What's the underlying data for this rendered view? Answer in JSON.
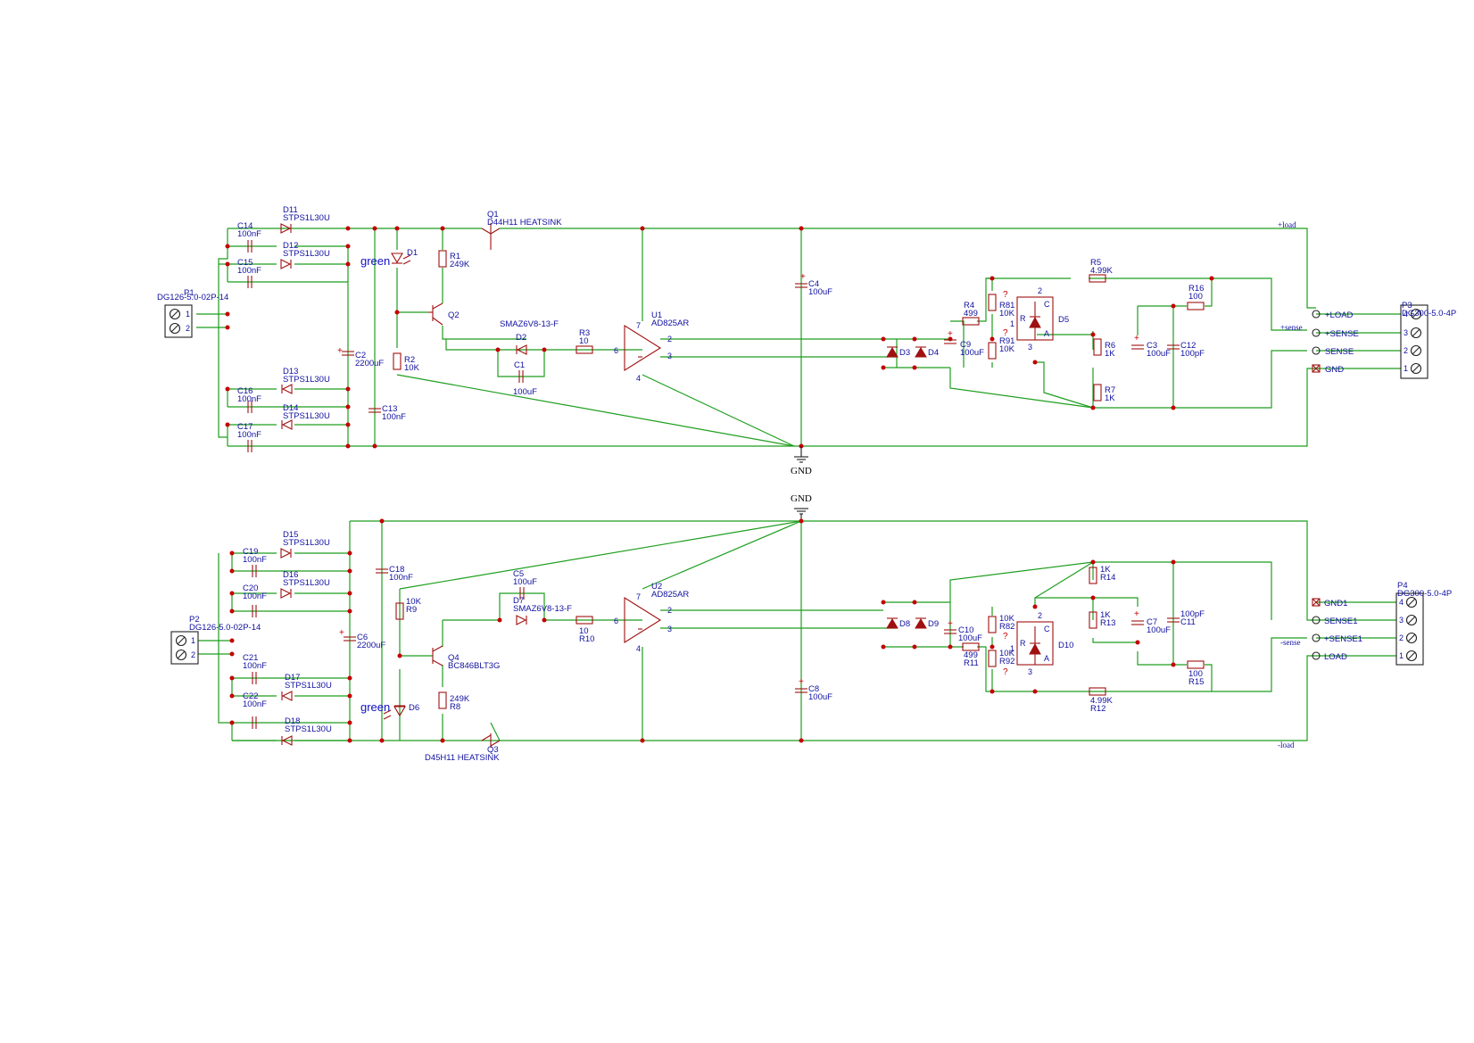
{
  "net_labels": {
    "gnd_top": "GND",
    "gnd_bottom": "GND",
    "plus_load": "+load",
    "plus_sense": "+sense",
    "minus_sense": "-sense",
    "minus_load": "-load"
  },
  "connectors": {
    "p1": {
      "ref": "P1",
      "value": "DG126-5.0-02P-14",
      "pins": [
        "1",
        "2"
      ]
    },
    "p2": {
      "ref": "P2",
      "value": "DG126-5.0-02P-14",
      "pins": [
        "1",
        "2"
      ]
    },
    "p3": {
      "ref": "P3",
      "value": "DG300-5.0-4P",
      "pins": [
        "4",
        "3",
        "2",
        "1"
      ],
      "signals": [
        "+LOAD",
        "+SENSE",
        "SENSE",
        "GND"
      ]
    },
    "p4": {
      "ref": "P4",
      "value": "DG300-5.0-4P",
      "pins": [
        "4",
        "3",
        "2",
        "1"
      ],
      "signals": [
        "GND1",
        "SENSE1",
        "+SENSE1",
        "LOAD"
      ]
    }
  },
  "top": {
    "c14": {
      "ref": "C14",
      "value": "100nF"
    },
    "c15": {
      "ref": "C15",
      "value": "100nF"
    },
    "c16": {
      "ref": "C16",
      "value": "100nF"
    },
    "c17": {
      "ref": "C17",
      "value": "100nF"
    },
    "d11": {
      "ref": "D11",
      "value": "STPS1L30U"
    },
    "d12": {
      "ref": "D12",
      "value": "STPS1L30U"
    },
    "d13": {
      "ref": "D13",
      "value": "STPS1L30U"
    },
    "d14": {
      "ref": "D14",
      "value": "STPS1L30U"
    },
    "c2": {
      "ref": "C2",
      "value": "2200uF"
    },
    "c13": {
      "ref": "C13",
      "value": "100nF"
    },
    "d1": {
      "ref": "D1",
      "value": "green"
    },
    "r1": {
      "ref": "R1",
      "value": "249K"
    },
    "r2": {
      "ref": "R2",
      "value": "10K"
    },
    "q1": {
      "ref": "Q1",
      "value": "D44H11 HEATSINK"
    },
    "q2": {
      "ref": "Q2"
    },
    "d2": {
      "ref": "D2",
      "value": "SMAZ6V8-13-F"
    },
    "c1": {
      "ref": "C1",
      "value": "100uF"
    },
    "r3": {
      "ref": "R3",
      "value": "10"
    },
    "u1": {
      "ref": "U1",
      "value": "AD825AR",
      "pins": [
        "7",
        "6",
        "2",
        "3",
        "4"
      ]
    },
    "c4": {
      "ref": "C4",
      "value": "100uF"
    },
    "d3": {
      "ref": "D3"
    },
    "d4": {
      "ref": "D4"
    },
    "c9": {
      "ref": "C9",
      "value": "100uF"
    },
    "r4": {
      "ref": "R4",
      "value": "499"
    },
    "r81": {
      "ref": "R81",
      "value": "10K"
    },
    "r91": {
      "ref": "R91",
      "value": "10K"
    },
    "d5": {
      "ref": "D5",
      "pins": [
        "R",
        "C",
        "A",
        "1",
        "2",
        "3"
      ]
    },
    "r5": {
      "ref": "R5",
      "value": "4.99K"
    },
    "r6": {
      "ref": "R6",
      "value": "1K"
    },
    "r7": {
      "ref": "R7",
      "value": "1K"
    },
    "c3": {
      "ref": "C3",
      "value": "100uF"
    },
    "c12": {
      "ref": "C12",
      "value": "100pF"
    },
    "r16": {
      "ref": "R16",
      "value": "100"
    }
  },
  "bottom": {
    "c19": {
      "ref": "C19",
      "value": "100nF"
    },
    "c20": {
      "ref": "C20",
      "value": "100nF"
    },
    "c21": {
      "ref": "C21",
      "value": "100nF"
    },
    "c22": {
      "ref": "C22",
      "value": "100nF"
    },
    "d15": {
      "ref": "D15",
      "value": "STPS1L30U"
    },
    "d16": {
      "ref": "D16",
      "value": "STPS1L30U"
    },
    "d17": {
      "ref": "D17",
      "value": "STPS1L30U"
    },
    "d18": {
      "ref": "D18",
      "value": "STPS1L30U"
    },
    "c6": {
      "ref": "C6",
      "value": "2200uF"
    },
    "c18": {
      "ref": "C18",
      "value": "100nF"
    },
    "r9": {
      "ref": "R9",
      "value": "10K"
    },
    "q4": {
      "ref": "Q4",
      "value": "BC846BLT3G"
    },
    "r8": {
      "ref": "R8",
      "value": "249K"
    },
    "d6": {
      "ref": "D6",
      "value": "green"
    },
    "q3": {
      "ref": "Q3",
      "value": "D45H11 HEATSINK"
    },
    "c5": {
      "ref": "C5",
      "value": "100uF"
    },
    "d7": {
      "ref": "D7",
      "value": "SMAZ6V8-13-F"
    },
    "r10": {
      "ref": "R10",
      "value": "10"
    },
    "u2": {
      "ref": "U2",
      "value": "AD825AR",
      "pins": [
        "7",
        "6",
        "2",
        "3",
        "4"
      ]
    },
    "c8": {
      "ref": "C8",
      "value": "100uF"
    },
    "d8": {
      "ref": "D8"
    },
    "d9": {
      "ref": "D9"
    },
    "c10": {
      "ref": "C10",
      "value": "100uF"
    },
    "r11": {
      "ref": "R11",
      "value": "499"
    },
    "r82": {
      "ref": "R82",
      "value": "10K"
    },
    "r92": {
      "ref": "R92",
      "value": "10K"
    },
    "d10": {
      "ref": "D10",
      "pins": [
        "R",
        "C",
        "A",
        "1",
        "2",
        "3"
      ]
    },
    "r14": {
      "ref": "R14",
      "value": "1K"
    },
    "r13": {
      "ref": "R13",
      "value": "1K"
    },
    "c7": {
      "ref": "C7",
      "value": "100uF"
    },
    "c11": {
      "ref": "C11",
      "value": "100pF"
    },
    "r15": {
      "ref": "R15",
      "value": "100"
    },
    "r12": {
      "ref": "R12",
      "value": "4.99K"
    }
  },
  "unknown_marker": "?"
}
